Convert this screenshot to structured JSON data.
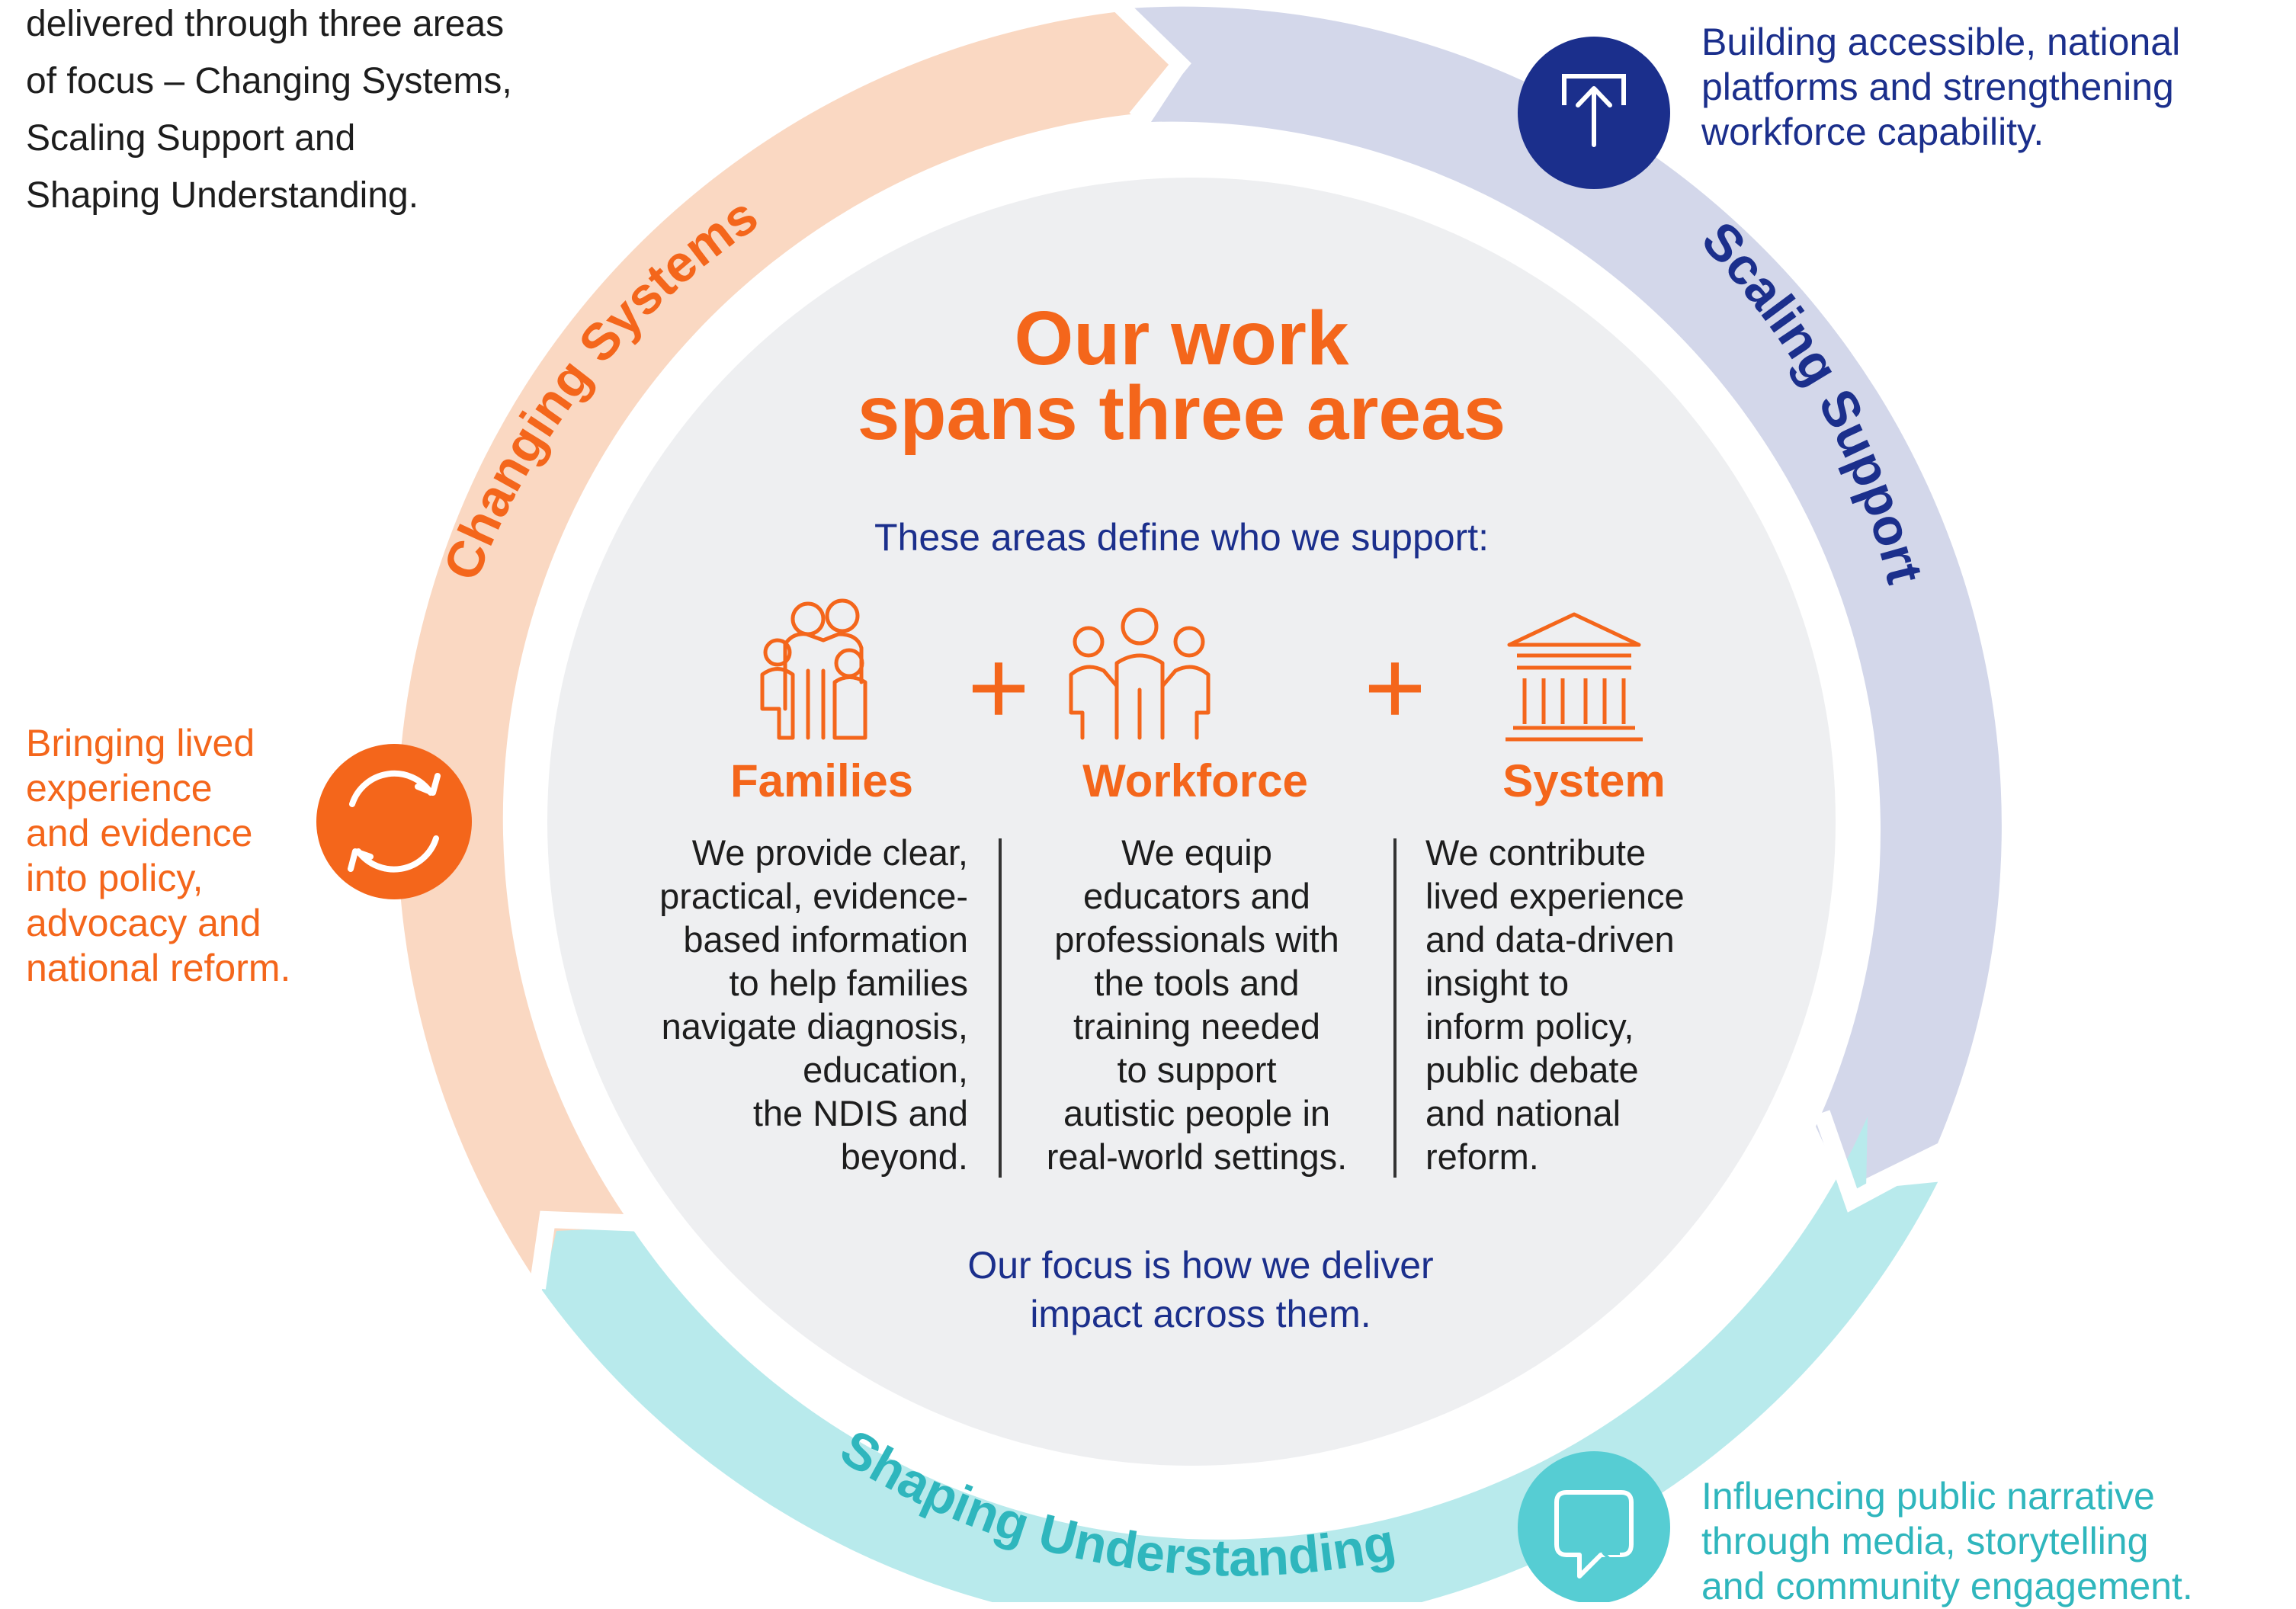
{
  "intro_text": "delivered through three areas\nof focus – Changing Systems,\nScaling Support and\nShaping Understanding.",
  "center": {
    "title": "Our work\nspans three areas",
    "defines": "These areas define who we support:",
    "plus": "+",
    "focus": "Our focus is how we deliver\nimpact across them."
  },
  "areas": [
    {
      "title": "Families",
      "text": "We provide clear,\npractical, evidence-\nbased information\nto help families\nnavigate diagnosis,\neducation,\nthe NDIS and\nbeyond.",
      "icon": "family-icon"
    },
    {
      "title": "Workforce",
      "text": "We equip\neducators and\nprofessionals with\nthe tools and\ntraining needed\nto support\nautistic people in\nreal-world settings.",
      "icon": "workforce-icon"
    },
    {
      "title": "System",
      "text": "We contribute\nlived experience\nand data-driven\ninsight to\ninform policy,\npublic debate\nand national\nreform.",
      "icon": "building-icon"
    }
  ],
  "focus_areas": [
    {
      "label": "Changing Systems",
      "description": "Bringing lived\nexperience\nand evidence\ninto policy,\nadvocacy and\nnational reform.",
      "icon": "refresh-icon",
      "color": "#f4661b",
      "ring_color": "#fad8c2"
    },
    {
      "label": "Scaling Support",
      "description": "Building accessible, national\nplatforms and strengthening\nworkforce capability.",
      "icon": "upload-arrow-icon",
      "color": "#1b2f8c",
      "ring_color": "#d3d7ea"
    },
    {
      "label": "Shaping Understanding",
      "description": "Influencing public narrative\nthrough media, storytelling\nand community engagement.",
      "icon": "speech-bubble-icon",
      "color": "#2fb6bd",
      "ring_color": "#b8eaec",
      "icon_bg": "#56cdd3"
    }
  ],
  "colors": {
    "inner_circle": "#eeeff1",
    "divider": "#333333"
  }
}
